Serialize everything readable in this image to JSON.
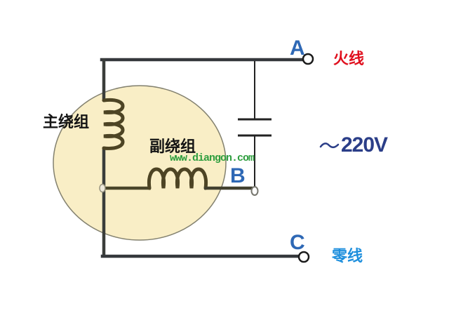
{
  "labels": {
    "terminal_a": "A",
    "terminal_b": "B",
    "terminal_c": "C",
    "live_wire": "火线",
    "neutral_wire": "零线",
    "voltage": "220V",
    "main_winding": "主绕组",
    "aux_winding": "副绕组",
    "watermark": "www.diangon.com"
  },
  "colors": {
    "terminal_letter_blue": "#2e68b5",
    "live_wire_red": "#e0101e",
    "neutral_wire_blue": "#1e8fdd",
    "voltage_navy": "#2b3e88",
    "winding_label_black": "#141414",
    "watermark_green": "#2f9e3f",
    "motor_body_fill": "#f9eec6",
    "motor_body_stroke": "#83816f",
    "wire_dark": "#35383c",
    "coil_olive": "#4d4424",
    "capacitor_black": "#222222"
  }
}
